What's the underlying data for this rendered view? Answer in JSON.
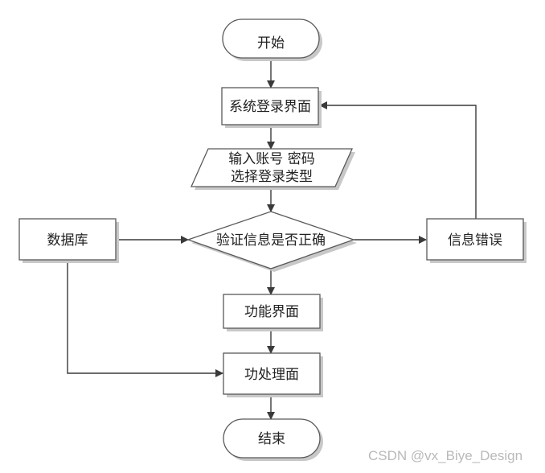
{
  "diagram": {
    "nodes": {
      "start": "开始",
      "login": "系统登录界面",
      "input_line1": "输入账号 密码",
      "input_line2": "选择登录类型",
      "database": "数据库",
      "verify": "验证信息是否正确",
      "error": "信息错误",
      "function": "功能界面",
      "process": "功处理面",
      "end": "结束"
    },
    "colors": {
      "stroke": "#595959",
      "text": "#222222",
      "arrow": "#3a3a3a",
      "shadow": "#c8c8c8",
      "watermark": "#b9b9b9"
    }
  },
  "watermark": "CSDN @vx_Biye_Design"
}
